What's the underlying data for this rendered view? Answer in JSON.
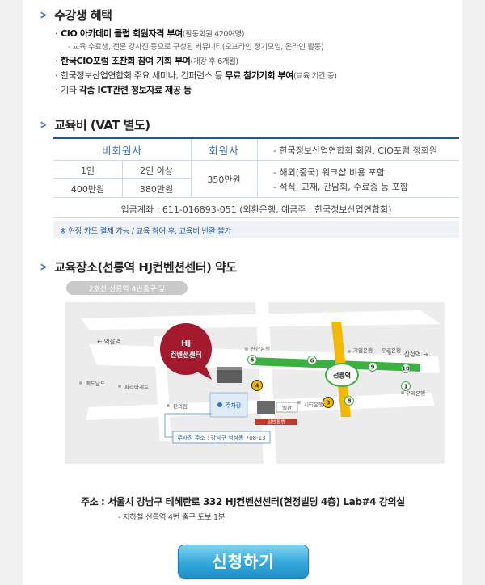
{
  "benefits": {
    "title": "수강생 혜택",
    "items": [
      {
        "dot": "·",
        "bold": "CIO 아카데미 클럽 회원자격 부여",
        "small": "(활동회원 420여명)"
      },
      {
        "sub": "- 교육 수료생, 전문 강사진 등으로 구성된 커뮤니티(오프라인 정기모임, 온라인 활동)"
      },
      {
        "dot": "·",
        "bold": "한국CIO포럼 조찬회 참여 기회 부여",
        "small": "(개강 후 6개월)"
      },
      {
        "dot": "·",
        "text": "한국정보산업연합회 주요 세미나, 컨퍼런스 등 ",
        "bold": "무료 참가기회 부여",
        "small": "(교육 기간 중)"
      },
      {
        "dot": "·",
        "text": "기타 ",
        "bold": "각종 ICT관련 정보자료 제공 등"
      }
    ]
  },
  "fee": {
    "title": "교육비 (VAT 별도)",
    "headers": {
      "nonmember": "비회원사",
      "member": "회원사",
      "member_desc": "-  한국정보산업연합회 회원, CIO포럼 정회원"
    },
    "nonmember": {
      "col1_label": "1인",
      "col2_label": "2인 이상",
      "col1_price": "400만원",
      "col2_price": "380만원"
    },
    "member_price": "350만원",
    "includes": [
      "-  해외(중국) 워크샵 비용 포함",
      "-  석식, 교재, 간담회, 수료증 등 포함"
    ],
    "account": "입금계좌 : 611-016893-051 (외환은행, 예금주 : 한국정보산업연합회)",
    "note": "※ 현장 카드 결제 가능 / 교육 참여 후, 교육비 반환 불가"
  },
  "location": {
    "title": "교육장소(선릉역 HJ컨벤션센터) 약도",
    "map": {
      "exit_badge": "2호선 선릉역 4번출구 앞",
      "venue_line1": "HJ",
      "venue_line2": "컨벤션센터",
      "dir_left": "← 역삼역",
      "dir_right": "삼성역 →",
      "station": "선릉역",
      "parking": "주차장",
      "parking_address": "주차장 주소 : 강남구 역삼동 708-13",
      "one_way": "일방통행",
      "labels": {
        "shinhan": "신한은행",
        "ibk": "기업은행",
        "woori_top": "우리은행",
        "woori_right": "우리은행",
        "mcdonalds": "맥도날드",
        "paris": "파리바게트",
        "conv": "편의점",
        "citi": "시티은행",
        "bell": "벨관"
      },
      "exits": [
        "5",
        "4",
        "6",
        "9",
        "10",
        "1",
        "3",
        "8"
      ]
    },
    "address": "주소 : 서울시 강남구 테헤란로 332 HJ컨벤션센터(현정빌딩 4층) Lab#4 강의실",
    "address_sub": "- 지하철 선릉역 4번 출구 도보 1분"
  },
  "apply_button": "신청하기",
  "colors": {
    "accent_blue": "#1f57a8",
    "line2_green": "#3cb043",
    "bundang_yellow": "#f5b800",
    "venue_red": "#a3192d",
    "button_blue": "#34a8dd"
  }
}
